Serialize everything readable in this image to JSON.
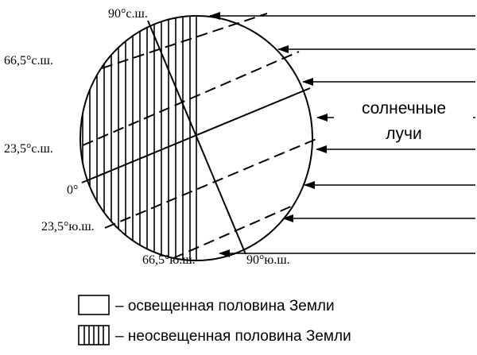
{
  "latitudes": {
    "north_pole": "90°с.ш.",
    "north_polar_circle": "66,5°с.ш.",
    "north_tropic": "23,5°с.ш.",
    "equator": "0°",
    "south_tropic": "23,5°ю.ш.",
    "south_polar_circle": "66,5°ю.ш.",
    "south_pole": "90°ю.ш."
  },
  "rays_label": {
    "line1": "солнечные",
    "line2": "лучи"
  },
  "legend": {
    "lit": "– освещенная половина Земли",
    "unlit": "– неосвещенная половина Земли"
  }
}
